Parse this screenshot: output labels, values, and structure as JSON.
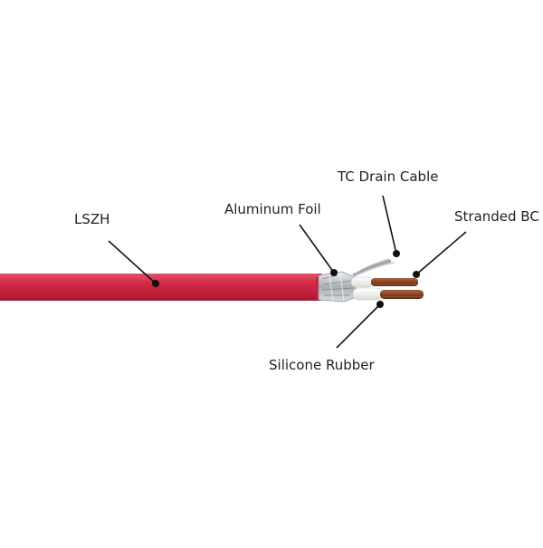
{
  "diagram": {
    "labels": {
      "lszh": "LSZH",
      "aluminum_foil": "Aluminum Foil",
      "tc_drain_cable": "TC Drain Cable",
      "stranded_bc": "Stranded BC",
      "silicone_rubber": "Silicone Rubber"
    },
    "colors": {
      "jacket": "#d42a45",
      "foil": "#c9cdd2",
      "insulation": "#f2f2ee",
      "copper": "#8a4a2c",
      "drain": "#b8bcc0",
      "leader": "#111111",
      "text": "#222222"
    }
  }
}
